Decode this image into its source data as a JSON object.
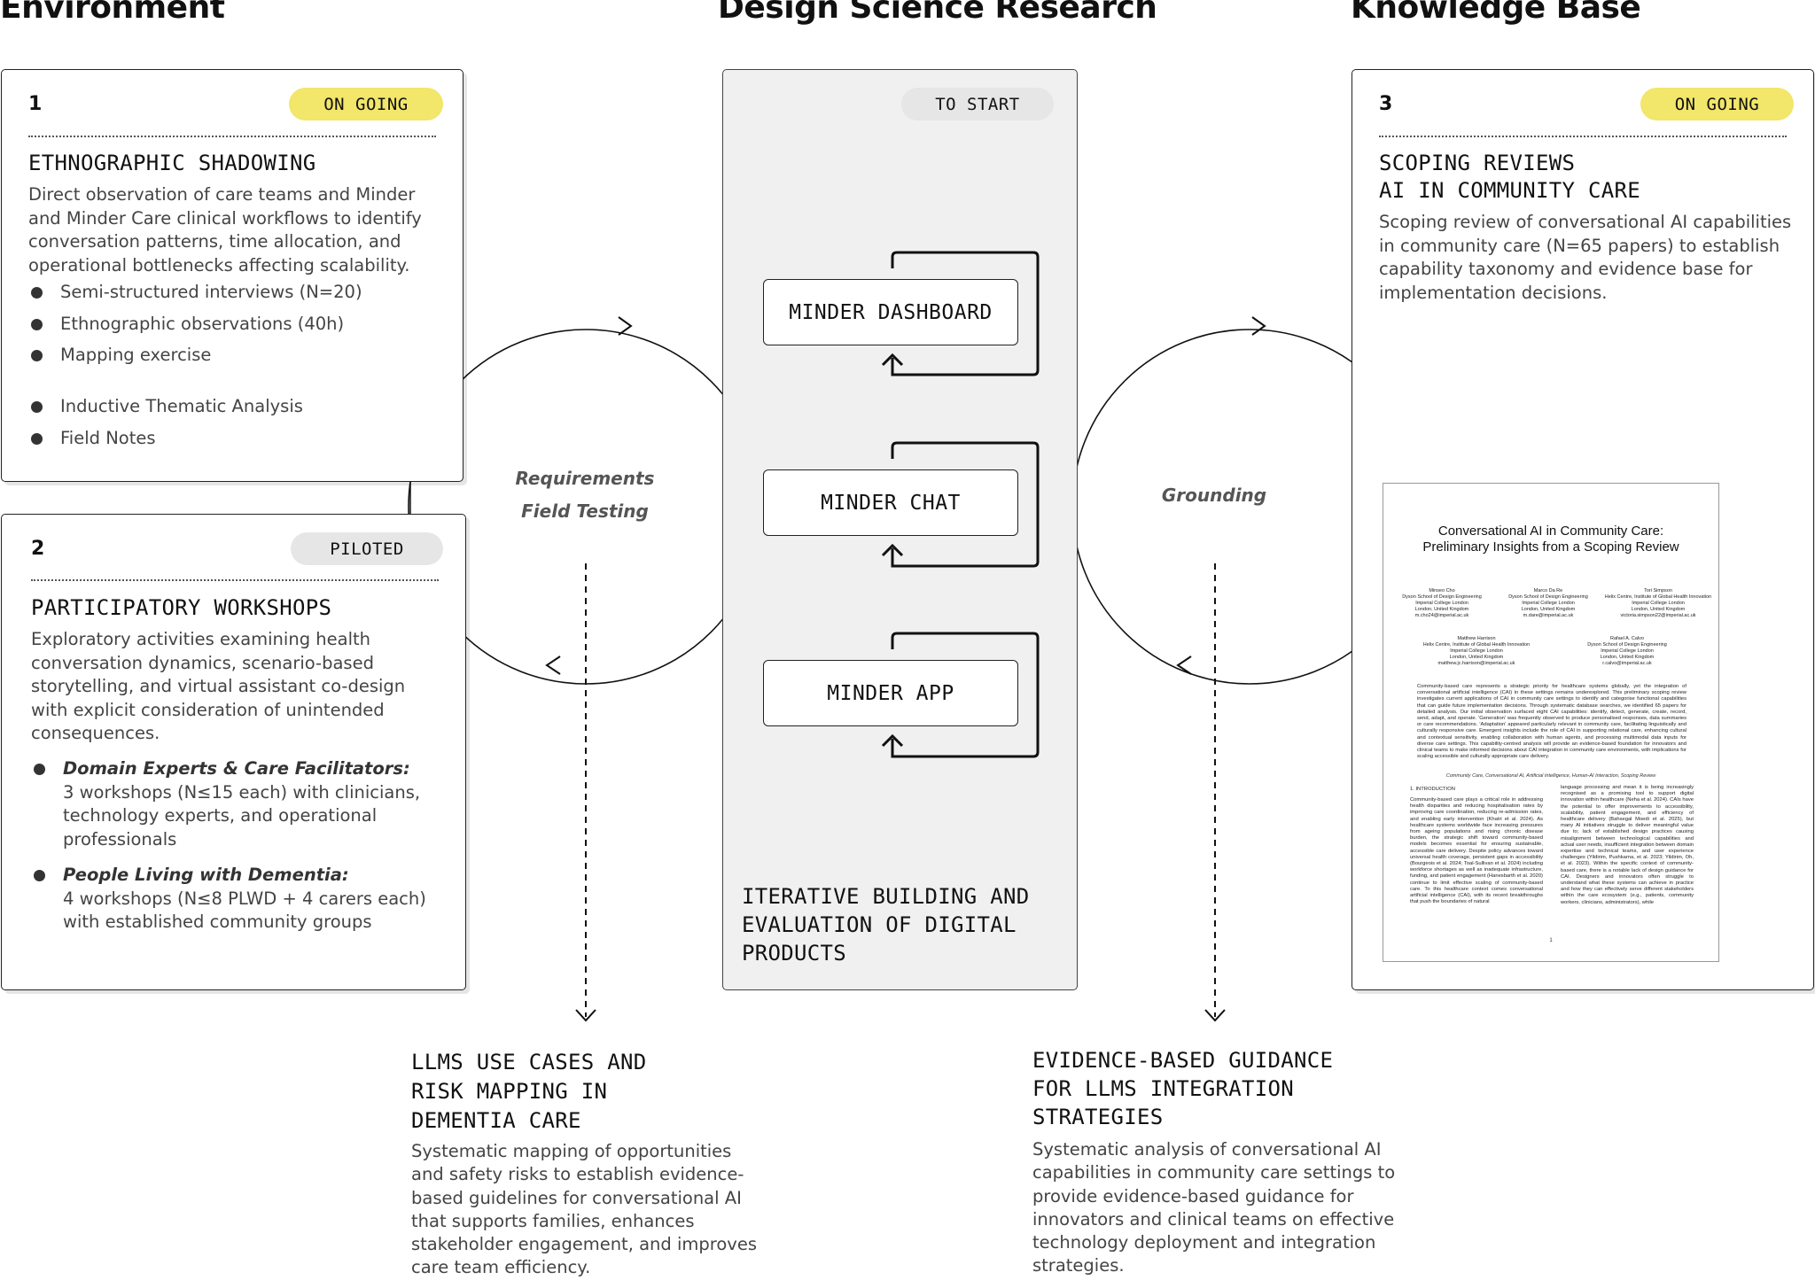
{
  "headers": {
    "environment": "Environment",
    "dsr": "Design Science Research",
    "knowledge_base": "Knowledge Base"
  },
  "colors": {
    "badge_ongoing": "#f2e66b",
    "badge_neutral": "#e6e6e6",
    "panel": "#f0f0f0"
  },
  "cards": {
    "ethnographic": {
      "number": "1",
      "status": "ON GOING",
      "title": "ETHNOGRAPHIC SHADOWING",
      "description": "Direct observation of care teams and Minder and Minder Care clinical workflows to identify conversation patterns, time allocation, and operational bottlenecks affecting scalability.",
      "methods": [
        "Semi-structured interviews (N=20)",
        "Ethnographic observations (40h)",
        "Mapping exercise"
      ],
      "analysis": [
        "Inductive Thematic Analysis",
        "Field Notes"
      ]
    },
    "workshops": {
      "number": "2",
      "status": "PILOTED",
      "title": "PARTICIPATORY WORKSHOPS",
      "description": "Exploratory activities examining health conversation dynamics, scenario-based storytelling, and virtual assistant co-design with explicit consideration of unintended consequences.",
      "groups": [
        {
          "title": "Domain Experts & Care Facilitators:",
          "detail": "3 workshops (N≤15 each) with clinicians, technology experts, and operational professionals"
        },
        {
          "title": "People Living with Dementia:",
          "detail": "4 workshops (N≤8 PLWD + 4 carers each) with established community groups"
        }
      ]
    },
    "scoping": {
      "number": "3",
      "status": "ON GOING",
      "title": "SCOPING REVIEWS\nAI IN COMMUNITY CARE",
      "description": "Scoping review of conversational AI capabilities in community care (N=65 papers) to establish capability taxonomy and evidence base for implementation decisions."
    }
  },
  "center": {
    "status": "TO START",
    "products": [
      "MINDER DASHBOARD",
      "MINDER CHAT",
      "MINDER APP"
    ],
    "caption": "ITERATIVE BUILDING AND\nEVALUATION OF DIGITAL\nPRODUCTS"
  },
  "loops": {
    "left_labels": [
      "Requirements",
      "Field Testing"
    ],
    "right_label": "Grounding"
  },
  "outputs": {
    "left": {
      "title": "LLMS USE CASES AND\nRISK MAPPING IN\nDEMENTIA CARE",
      "description": "Systematic mapping of opportunities and safety risks to establish evidence-based guidelines for conversational AI that supports families, enhances stakeholder engagement, and improves care team efficiency."
    },
    "right": {
      "title": "EVIDENCE-BASED GUIDANCE\nFOR LLMS INTEGRATION\nSTRATEGIES",
      "description": "Systematic analysis of conversational AI capabilities in community care settings to provide evidence-based guidance for innovators and clinical teams on effective technology deployment and integration strategies."
    }
  },
  "paper": {
    "title_line1": "Conversational AI in Community Care:",
    "title_line2": "Preliminary Insights from a Scoping Review",
    "authors": [
      "Minseo Cho\nDyson School of Design Engineering\nImperial College London\nLondon, United Kingdom\nm.cho24@imperial.ac.uk",
      "Marco Da Re\nDyson School of Design Engineering\nImperial College London\nLondon, United Kingdom\nm.dare@imperial.ac.uk",
      "Tori Simpson\nHelix Centre, Institute of Global Health Innovation\nImperial College London\nLondon, United Kingdom\nvictoria.simpson22@imperial.ac.uk",
      "Matthew Harrison\nHelix Centre, Institute of Global Health Innovation\nImperial College London\nLondon, United Kingdom\nmatthew.jc.harrison@imperial.ac.uk",
      "Rafael A. Calvo\nDyson School of Design Engineering\nImperial College London\nLondon, United Kingdom\nr.calvo@imperial.ac.uk"
    ],
    "abstract": "Community-based care represents a strategic priority for healthcare systems globally, yet the integration of conversational artificial intelligence (CAI) in these settings remains underexplored. This preliminary scoping review investigates current applications of CAI in community care settings to identify and categorise functional capabilities that can guide future implementation decisions. Through systematic database searches, we identified 65 papers for detailed analysis. Our initial observation surfaced eight CAI capabilities: identify, detect, generate, create, record, send, adapt, and operate. 'Generation' was frequently observed to produce personalised responses, data summaries or care recommendations. 'Adaptation' appeared particularly relevant in community care, facilitating linguistically and culturally responsive care. Emergent insights include the role of CAI in supporting relational care, enhancing cultural and contextual sensitivity, enabling collaboration with human agents, and processing multimodal data inputs for diverse care settings. This capability-centred analysis will provide an evidence-based foundation for innovators and clinical teams to make informed decisions about CAI integration in community care environments, with implications for scaling accessible and culturally appropriate care delivery.",
    "keywords": "Community Care, Conversational AI, Artificial Intelligence, Human-AI Interaction, Scoping Review",
    "section": "1. INTRODUCTION",
    "body_left": "Community-based care plays a critical role in addressing health disparities and reducing hospitalisation rates by improving care coordination, reducing re-admission rates, and enabling early intervention (Khatri et al. 2024). As healthcare systems worldwide face increasing pressures from ageing populations and rising chronic disease burden, the strategic shift toward community-based models becomes essential for ensuring sustainable, accessible care delivery. Despite policy advances toward universal health coverage, persistent gaps in accessibility (Bourgeois et al. 2024; Toal-Sullivan et al. 2024) including workforce shortages as well as inadequate infrastructure, funding, and patient engagement (Hanesbarth et al. 2020) continue to limit effective scaling of community-based care. To this healthcare context comes conversational artificial intelligence (CAI), with its recent breakthroughs that push the boundaries of natural",
    "body_right": "language processing and mean it is being increasingly recognised as a promising tool to support digital innovation within healthcare (Neha et al. 2024). CAIs have the potential to offer improvements to accessibility, scalability, patient engagement, and efficiency of healthcare delivery (Bahsegal Moedi et al. 2025), but many AI initiatives struggle to deliver meaningful value due to; lack of established design practices causing misalignment between technological capabilities and actual user needs, insufficient integration between domain expertise and technical teams, and user experience challenges (Yildirim, Pushkarna, et al. 2023; Yildirim, Oh, et al. 2023). Within the specific context of community-based care, there is a notable lack of design guidance for CAI. Designers and innovators often struggle to understand what these systems can achieve in practice and how they can effectively serve different stakeholders within the care ecosystem (e.g., patients, community workers, clinicians, administrators), while",
    "page_number": "1"
  }
}
